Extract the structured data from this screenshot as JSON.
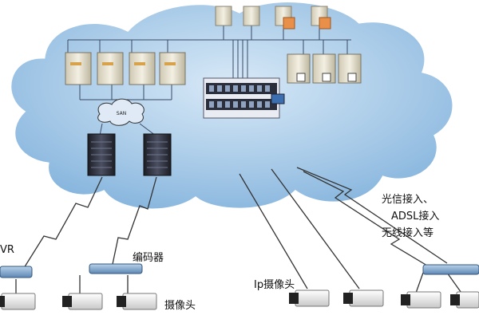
{
  "labels": {
    "san": "SAN",
    "nvr": "VR",
    "encoder": "编码器",
    "camera": "摄像头",
    "ip_camera": "Ip摄像头",
    "access_fiber": "光信接入、",
    "access_adsl": "ADSL接入",
    "access_wireless": "无线接入等"
  },
  "colors": {
    "cloud_fill": "#a9cbe8",
    "cloud_edge": "#ffffff",
    "server_body": "#e8e4d4",
    "server_orange": "#e8904a",
    "rack_dark": "#2a2d38",
    "camera_body": "#f2f2f2",
    "switch_body": "#7fa8cf"
  }
}
